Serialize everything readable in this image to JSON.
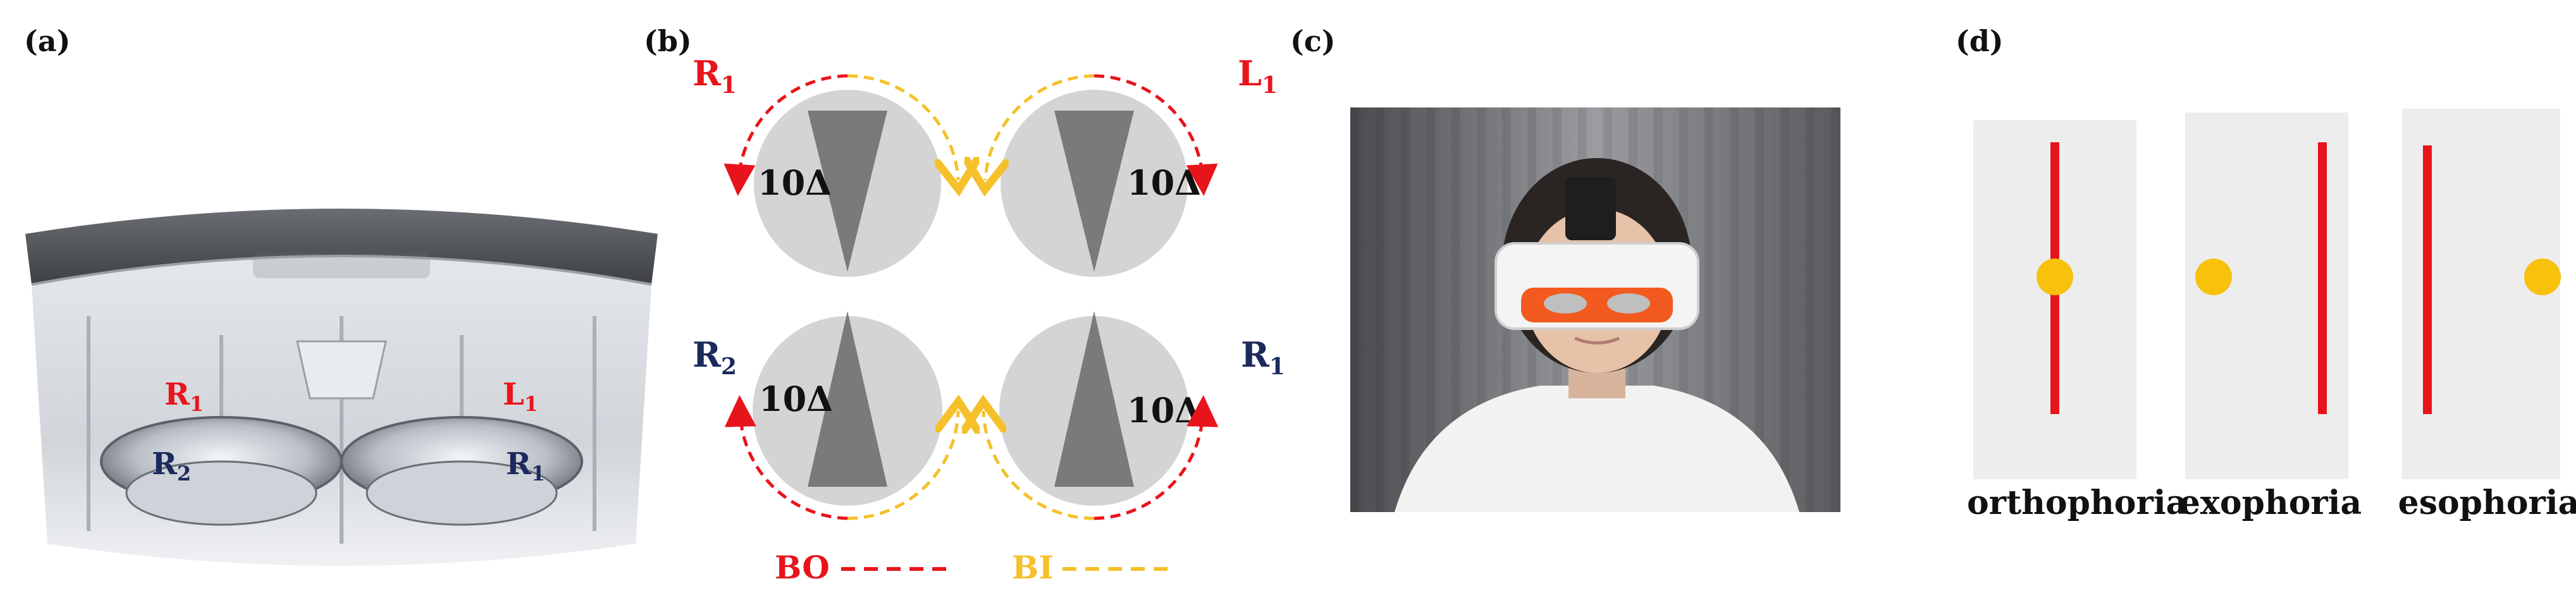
{
  "panel_labels": {
    "a": "(a)",
    "b": "(b)",
    "c": "(c)",
    "d": "(d)"
  },
  "headset_labels": {
    "r1_main": "R",
    "r1_sub": "1",
    "l1_main": "L",
    "l1_sub": "1",
    "r2_main": "R",
    "r2_sub": "2",
    "r1b_main": "R",
    "r1b_sub": "1"
  },
  "prism_panel": {
    "top_left_label_main": "R",
    "top_left_label_sub": "1",
    "top_right_label_main": "L",
    "top_right_label_sub": "1",
    "bottom_left_label_main": "R",
    "bottom_left_label_sub": "2",
    "bottom_right_label_main": "R",
    "bottom_right_label_sub": "1",
    "prism_power": "10Δ",
    "legend_bo": "BO",
    "legend_bi": "BI"
  },
  "phoria_captions": [
    "orthophoria",
    "exophoria",
    "esophoria"
  ],
  "colors": {
    "red": "#e8141b",
    "navy": "#1b2a5c",
    "yellow": "#f7c10c",
    "dash_yellow": "#f5c02a",
    "circle_gray": "#d4d4d4",
    "prism_gray": "#7a7a7a",
    "card_gray": "#ededed"
  }
}
